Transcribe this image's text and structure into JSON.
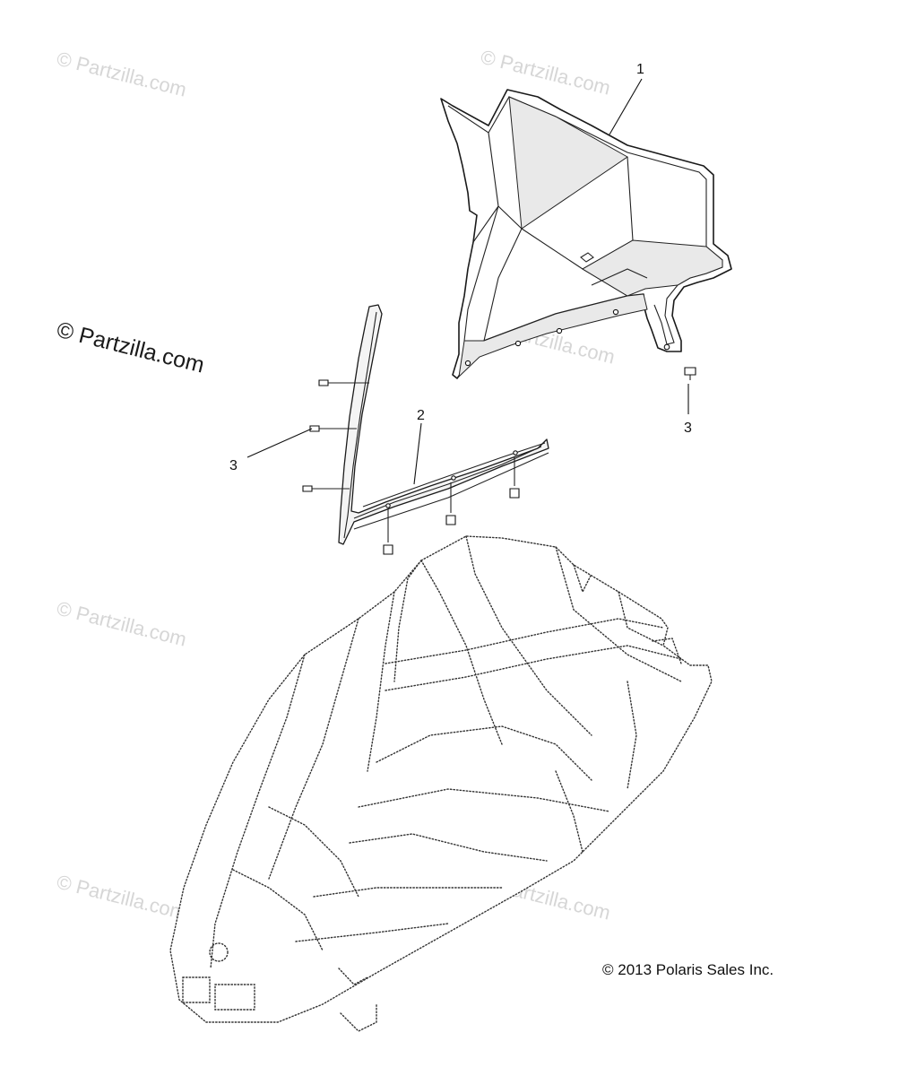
{
  "watermarks": {
    "repeat_text": "© Partzilla.com",
    "main_text": "© Partzilla.com"
  },
  "callouts": [
    "1",
    "2",
    "3",
    "3"
  ],
  "copyright": "© 2013 Polaris Sales Inc.",
  "colors": {
    "line": "#1a1a1a",
    "watermark": "#d6d6d6",
    "background": "#ffffff"
  }
}
